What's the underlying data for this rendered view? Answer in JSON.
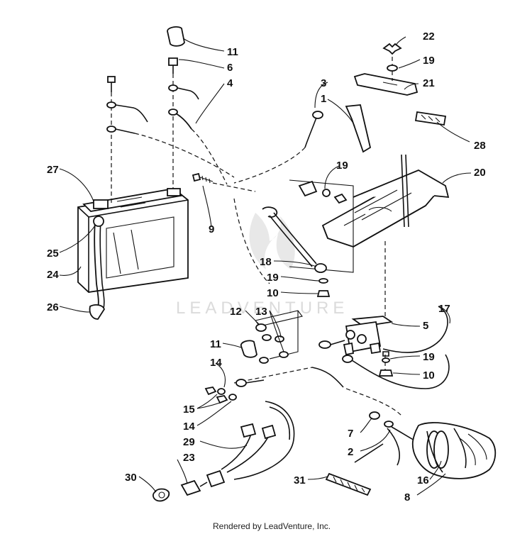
{
  "diagram": {
    "part_numbers": [
      "1",
      "2",
      "3",
      "4",
      "5",
      "6",
      "7",
      "8",
      "9",
      "10",
      "11",
      "12",
      "13",
      "14",
      "15",
      "16",
      "17",
      "18",
      "19",
      "20",
      "21",
      "22",
      "23",
      "24",
      "25",
      "26",
      "27",
      "28",
      "29",
      "30",
      "31"
    ],
    "labels": {
      "p22": "22",
      "p19a": "19",
      "p21": "21",
      "p11a": "11",
      "p6": "6",
      "p4": "4",
      "p3": "3",
      "p1": "1",
      "p28": "28",
      "p27": "27",
      "p19b": "19",
      "p20": "20",
      "p9": "9",
      "p25": "25",
      "p24": "24",
      "p18": "18",
      "p19c": "19",
      "p10a": "10",
      "p26": "26",
      "p12": "12",
      "p13": "13",
      "p17": "17",
      "p5": "5",
      "p11b": "11",
      "p19d": "19",
      "p10b": "10",
      "p14a": "14",
      "p15": "15",
      "p14b": "14",
      "p7": "7",
      "p2": "2",
      "p29": "29",
      "p23": "23",
      "p16": "16",
      "p30": "30",
      "p31": "31",
      "p8": "8"
    }
  },
  "watermark": {
    "text": "LEADVENTURE"
  },
  "footer": {
    "text": "Rendered by LeadVenture, Inc."
  }
}
